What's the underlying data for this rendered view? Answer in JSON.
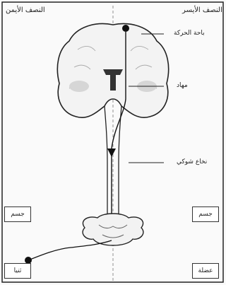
{
  "hemispheres": {
    "right": "النصف الأيمن",
    "left": "النصف الأيسر"
  },
  "labels": {
    "motor_area": "باحة الحركة",
    "thalamus": "مهاد",
    "spinal_cord": "نخاع شوكي"
  },
  "side_boxes": {
    "left_upper": "جسم",
    "right_upper": "جسم",
    "left_lower": "ثنيا",
    "right_lower": "عضلة"
  }
}
